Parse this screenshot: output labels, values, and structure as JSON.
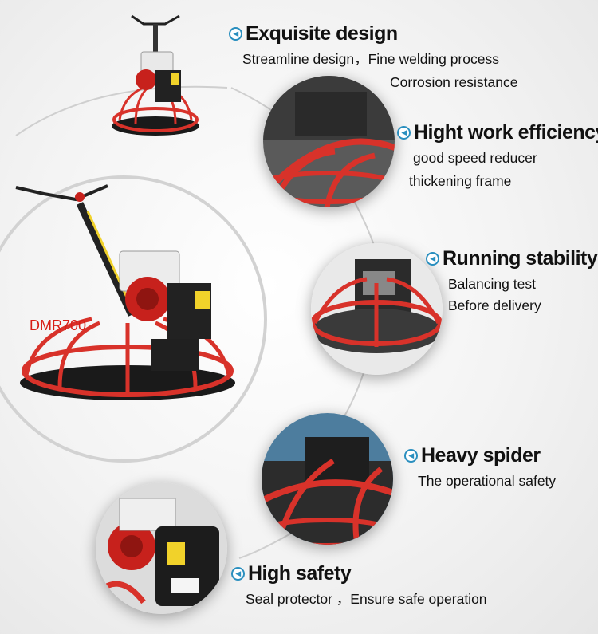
{
  "model_label": "DMR700",
  "features": [
    {
      "id": "exquisite-design",
      "title": "Exquisite design",
      "lines": [
        "Streamline design，Fine welding process",
        "Corrosion resistance"
      ]
    },
    {
      "id": "work-efficiency",
      "title": "Hight work efficiency",
      "lines": [
        "good speed reducer",
        "thickening frame"
      ]
    },
    {
      "id": "running-stability",
      "title": "Running stability",
      "lines": [
        "Balancing test",
        "Before delivery"
      ]
    },
    {
      "id": "heavy-spider",
      "title": "Heavy spider",
      "lines": [
        "The operational safety"
      ]
    },
    {
      "id": "high-safety",
      "title": "High safety",
      "lines": [
        "Seal protector ，Ensure safe operation"
      ]
    }
  ],
  "colors": {
    "frame_red": "#d8322a",
    "bullet_blue": "#2a8fbf",
    "model_red": "#d81e16"
  },
  "icons": {
    "bullet": "left-arrow-circle-icon"
  }
}
